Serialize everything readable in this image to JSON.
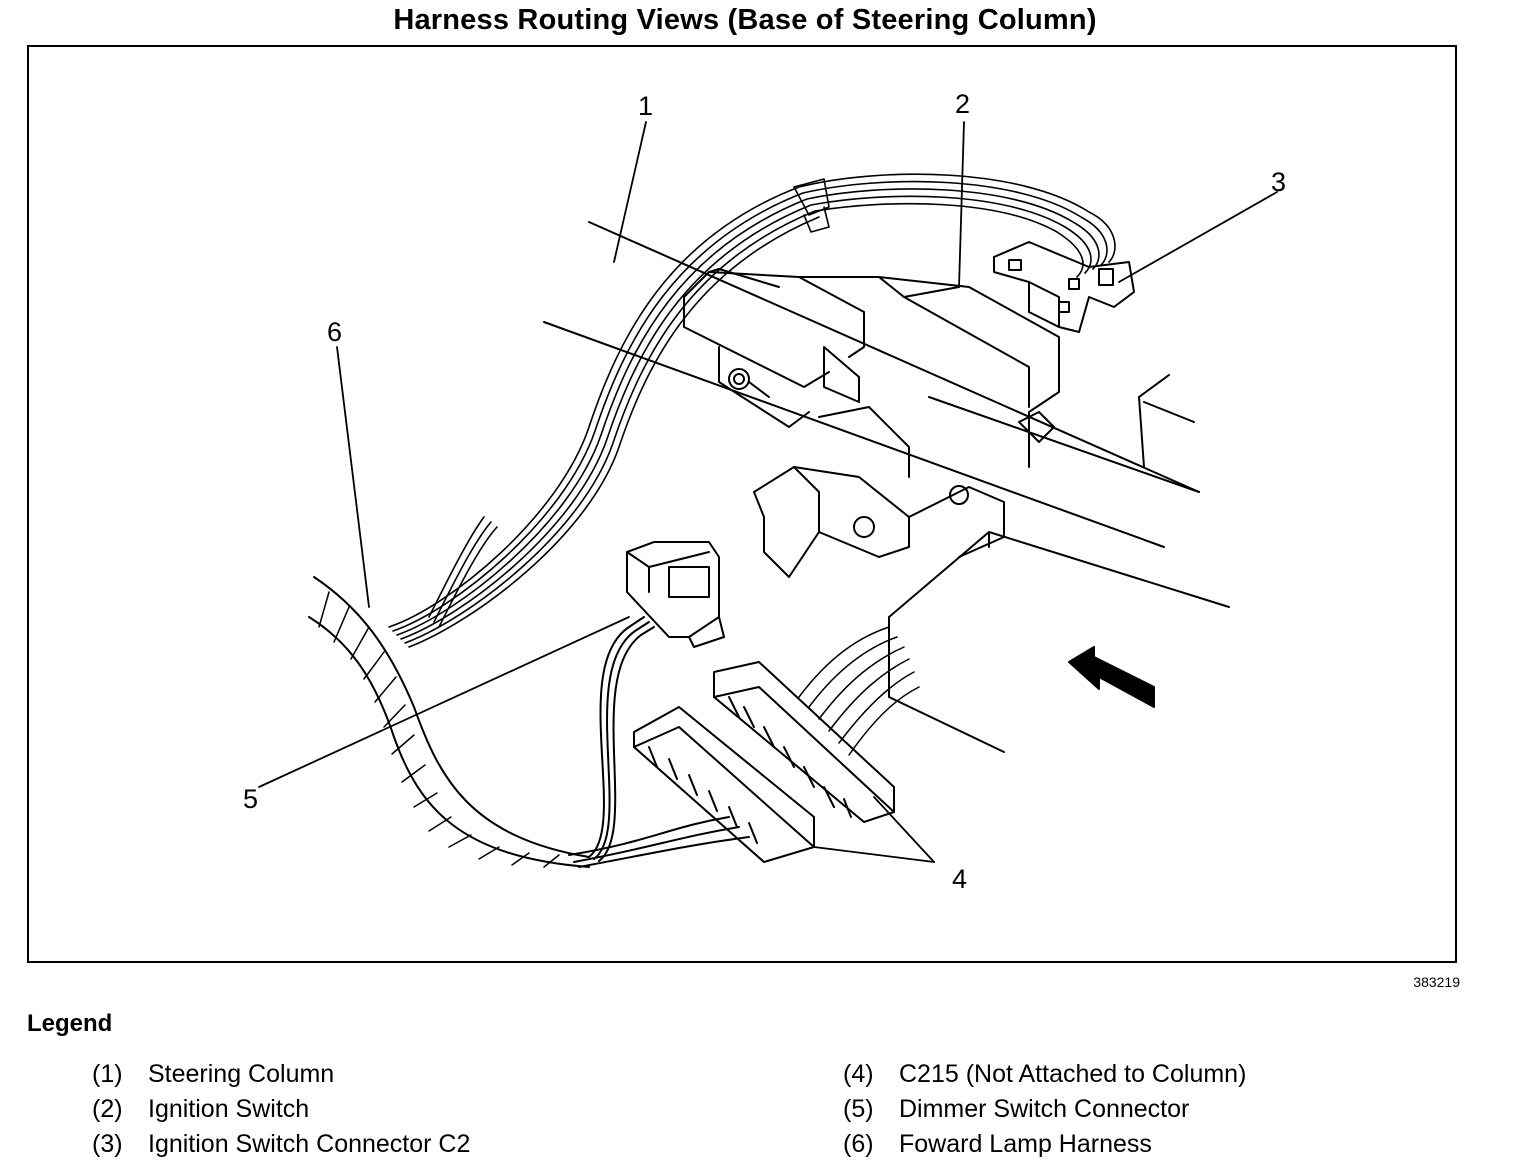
{
  "title": "Harness Routing Views (Base of Steering Column)",
  "figure_id": "383219",
  "callouts": [
    "1",
    "2",
    "3",
    "4",
    "5",
    "6"
  ],
  "legend": {
    "heading": "Legend",
    "items": [
      {
        "num": "(1)",
        "label": "Steering Column"
      },
      {
        "num": "(2)",
        "label": "Ignition Switch"
      },
      {
        "num": "(3)",
        "label": "Ignition Switch Connector C2"
      },
      {
        "num": "(4)",
        "label": "C215 (Not Attached to Column)"
      },
      {
        "num": "(5)",
        "label": "Dimmer Switch Connector"
      },
      {
        "num": "(6)",
        "label": "Foward Lamp Harness"
      }
    ]
  }
}
